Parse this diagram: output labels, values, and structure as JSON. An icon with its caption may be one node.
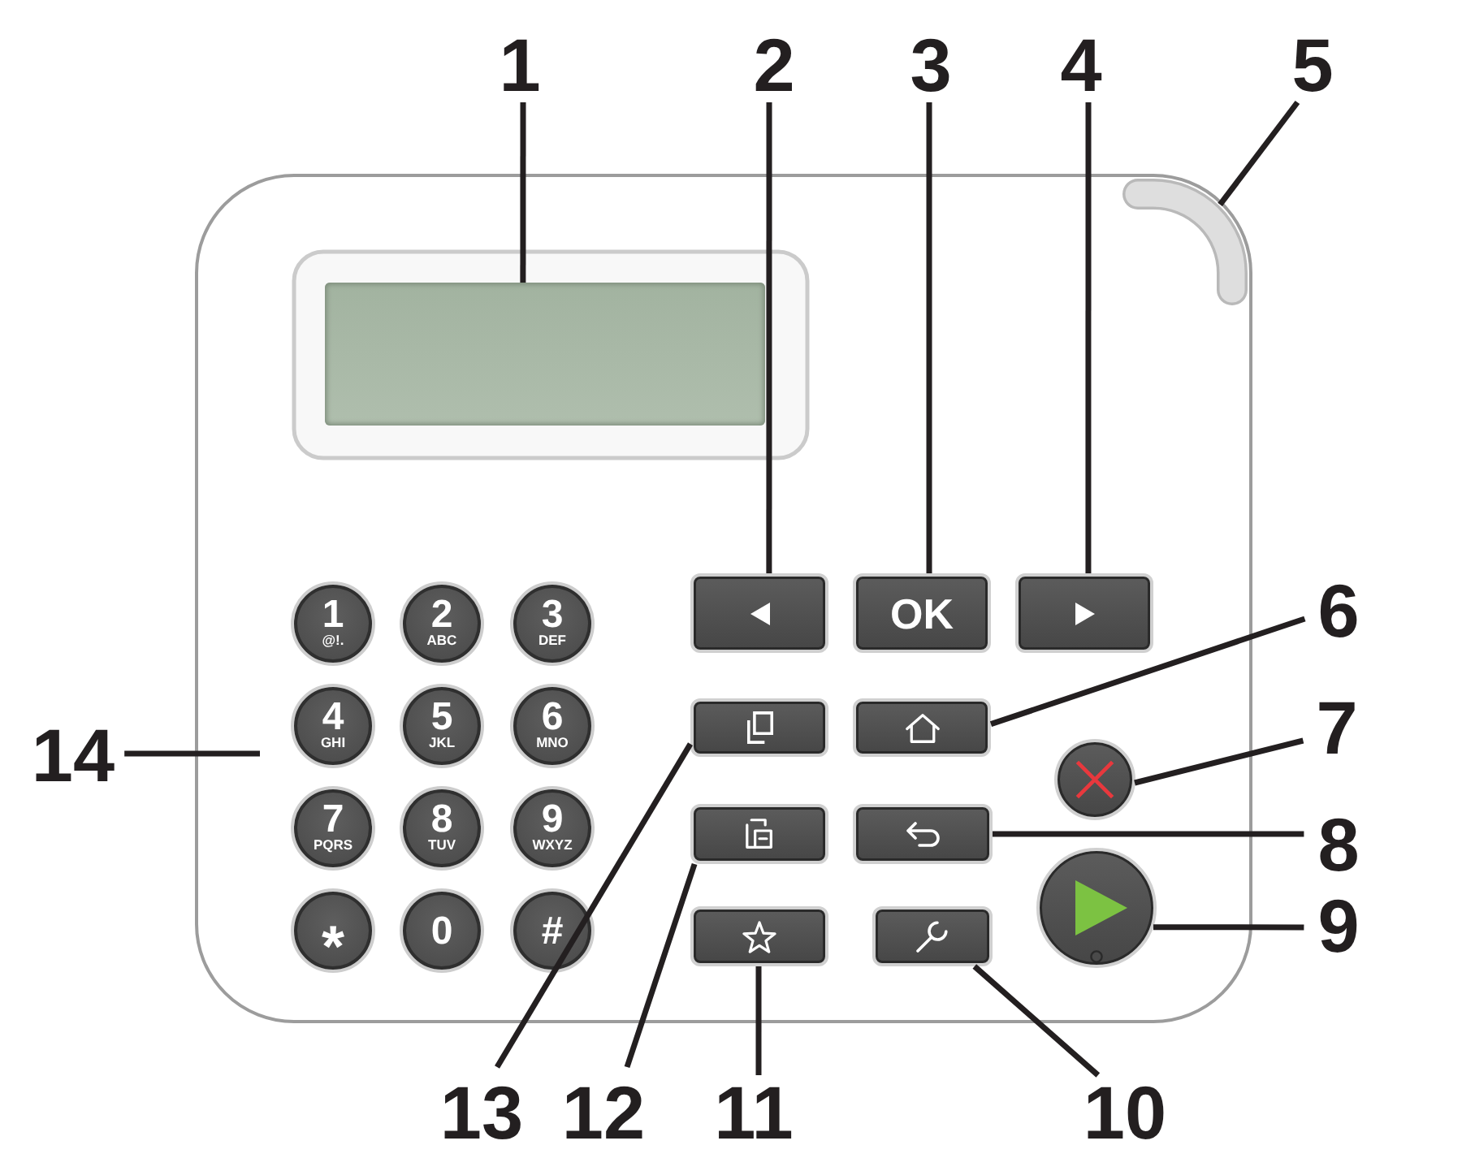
{
  "diagram": {
    "nodes": [
      {
        "text": [
          "1"
        ]
      },
      {
        "text": [
          "2"
        ]
      },
      {
        "text": [
          "3"
        ]
      },
      {
        "text": [
          "4"
        ]
      },
      {
        "text": [
          "5"
        ]
      },
      {
        "text": [],
        "shape": "bar"
      },
      {
        "text": [],
        "shape": "box"
      },
      {
        "text": [
          "1",
          "@!."
        ]
      },
      {
        "text": [
          "2",
          "ABC"
        ]
      },
      {
        "text": [
          "3",
          "DEF"
        ]
      },
      {
        "text": [],
        "shape": "box"
      },
      {
        "text": [
          "OK"
        ]
      },
      {
        "text": [],
        "shape": "box"
      },
      {
        "text": [
          "6"
        ]
      },
      {
        "text": [
          "14"
        ]
      },
      {
        "text": [
          "4",
          "GHI"
        ]
      },
      {
        "text": [
          "5",
          "JKL"
        ]
      },
      {
        "text": [
          "6",
          "MNO"
        ]
      },
      {
        "text": [],
        "shape": "box"
      },
      {
        "text": [],
        "shape": "box"
      },
      {
        "text": [],
        "shape": "circle"
      },
      {
        "text": [
          "7"
        ]
      },
      {
        "text": [
          "7",
          "PQRS"
        ]
      },
      {
        "text": [
          "8",
          "TUV"
        ]
      },
      {
        "text": [
          "9",
          "WXYZ"
        ]
      },
      {
        "text": [],
        "shape": "box"
      },
      {
        "text": [],
        "shape": "box"
      },
      {
        "text": [
          "8"
        ]
      },
      {
        "text": [],
        "shape": "circle"
      },
      {
        "text": [
          "9"
        ]
      },
      {
        "text": [
          "*"
        ]
      },
      {
        "text": [
          "0"
        ]
      },
      {
        "text": [
          "#"
        ]
      },
      {
        "text": [],
        "shape": "box"
      },
      {
        "text": [],
        "shape": "box"
      },
      {
        "text": [
          "13"
        ]
      },
      {
        "text": [
          "12"
        ]
      },
      {
        "text": [
          "11"
        ]
      },
      {
        "text": [
          "10"
        ]
      }
    ],
    "edges": [
      {
        "from": 0,
        "to": 6,
        "arrow": "none"
      },
      {
        "from": 1,
        "to": 10,
        "arrow": "none"
      },
      {
        "from": 2,
        "to": 11,
        "arrow": "none"
      },
      {
        "from": 3,
        "to": 12,
        "arrow": "none"
      },
      {
        "from": 4,
        "to": 5,
        "arrow": "none"
      },
      {
        "from": 13,
        "to": 19,
        "arrow": "none"
      },
      {
        "from": 21,
        "to": 20,
        "arrow": "none"
      },
      {
        "from": 27,
        "to": 26,
        "arrow": "none"
      },
      {
        "from": 29,
        "to": 28,
        "arrow": "none"
      },
      {
        "from": 38,
        "to": 34,
        "arrow": "none"
      },
      {
        "from": 37,
        "to": 33,
        "arrow": "none"
      },
      {
        "from": 36,
        "to": 25,
        "arrow": "none"
      },
      {
        "from": 35,
        "to": 18,
        "arrow": "none"
      },
      {
        "from": 14,
        "to": null,
        "arrow": "none"
      }
    ]
  }
}
